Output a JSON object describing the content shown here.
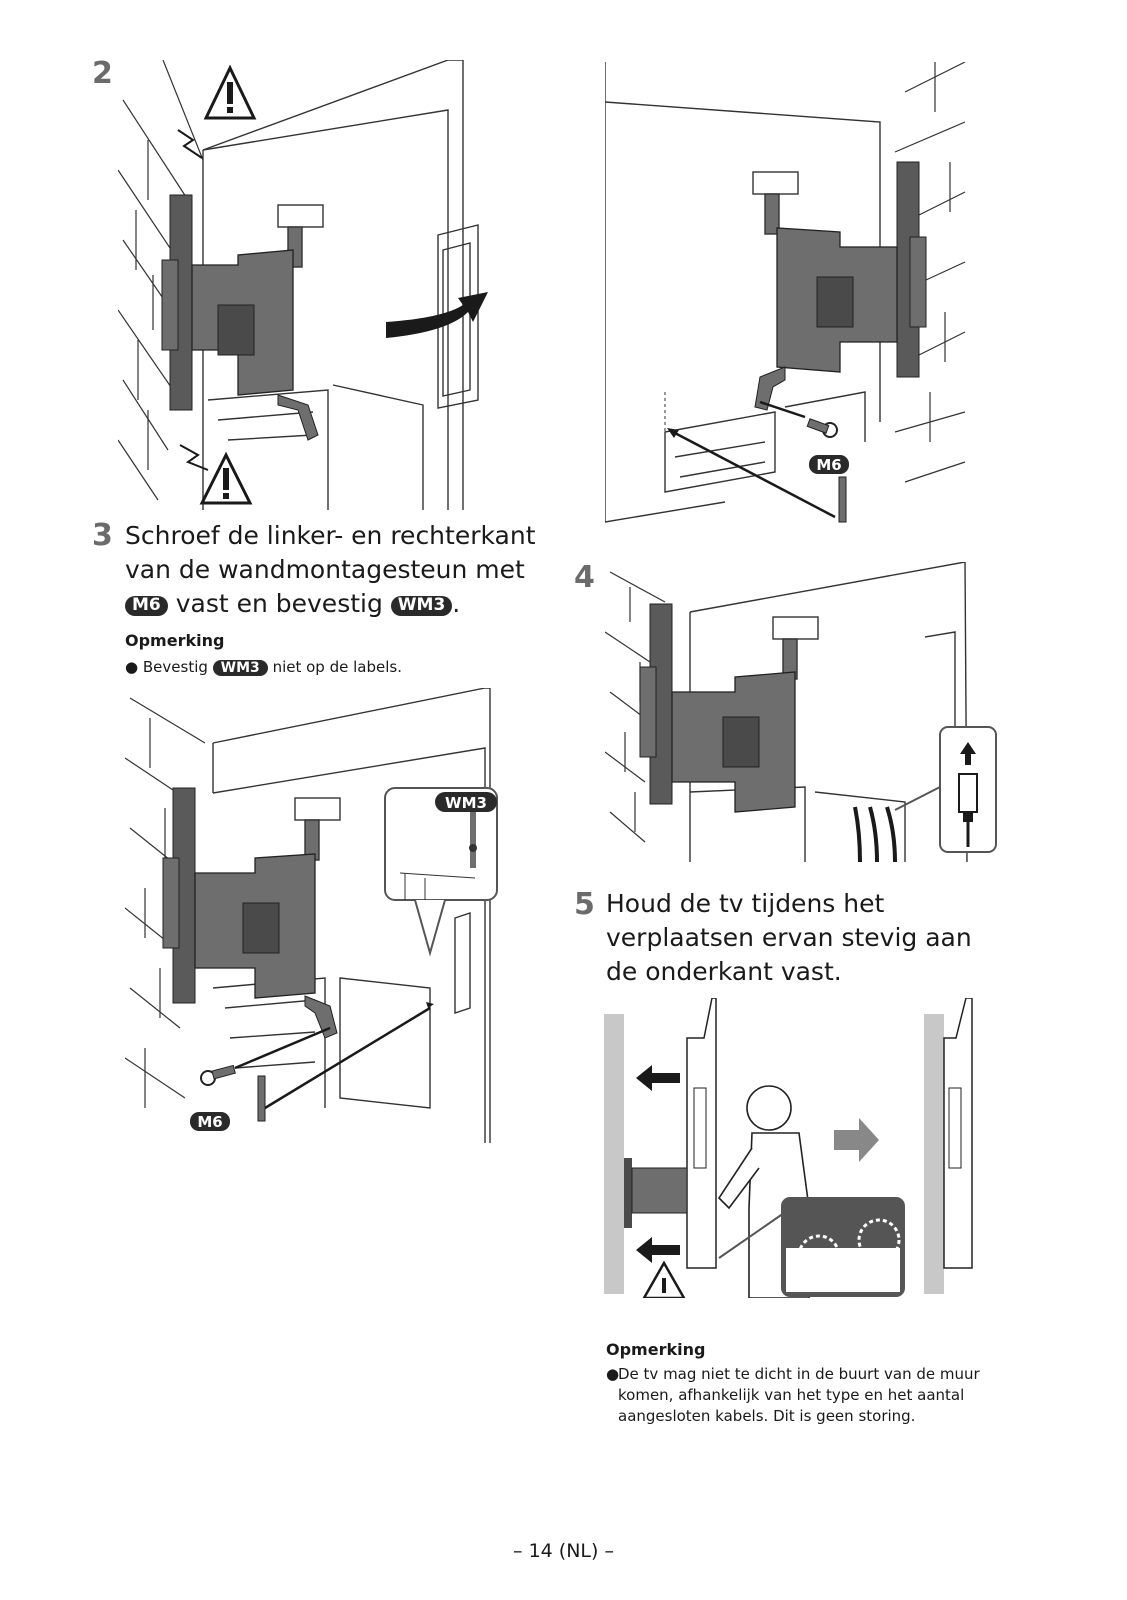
{
  "steps": {
    "step2": {
      "number": "2"
    },
    "step3": {
      "number": "3",
      "text_part1": "Schroef de linker- en rechterkant van de wandmontagesteun met",
      "text_part2": "vast en bevestig",
      "text_part3": ".",
      "badge_m6": "M6",
      "badge_wm3": "WM3",
      "note_title": "Opmerking",
      "note_prefix": "Bevestig",
      "note_badge": "WM3",
      "note_suffix": "niet op de labels."
    },
    "step4": {
      "number": "4"
    },
    "step5": {
      "number": "5",
      "text": "Houd de tv tijdens het verplaatsen ervan stevig aan de onderkant vast.",
      "note_title": "Opmerking",
      "note_text": "De tv mag niet te dicht in de buurt van de muur komen, afhankelijk van het type en het aantal aangesloten kabels. Dit is geen storing."
    }
  },
  "illustrations": {
    "m6_label": "M6",
    "wm3_label": "WM3"
  },
  "colors": {
    "bracket": "#6e6e6e",
    "bracket_dark": "#4a4a4a",
    "badge": "#2a2a2a",
    "step_number": "#6b6b6b"
  },
  "footer": {
    "page": "– 14 (NL) –"
  }
}
